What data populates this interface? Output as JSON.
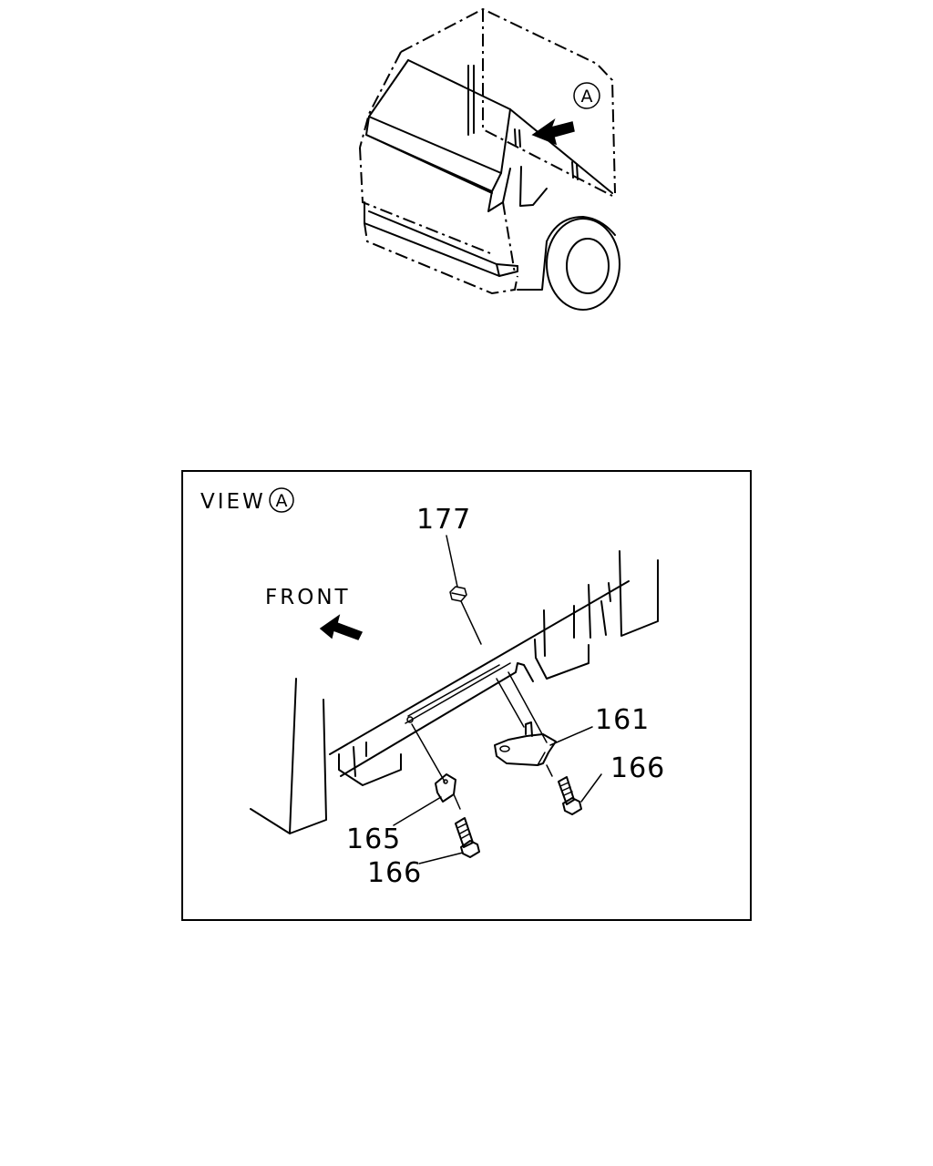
{
  "top_view": {
    "view_marker": "A"
  },
  "view_panel": {
    "title": "VIEW",
    "marker": "A",
    "direction_label": "FRONT"
  },
  "callouts": [
    {
      "part": "177"
    },
    {
      "part": "161"
    },
    {
      "part": "166"
    },
    {
      "part": "165"
    },
    {
      "part": "166"
    }
  ]
}
